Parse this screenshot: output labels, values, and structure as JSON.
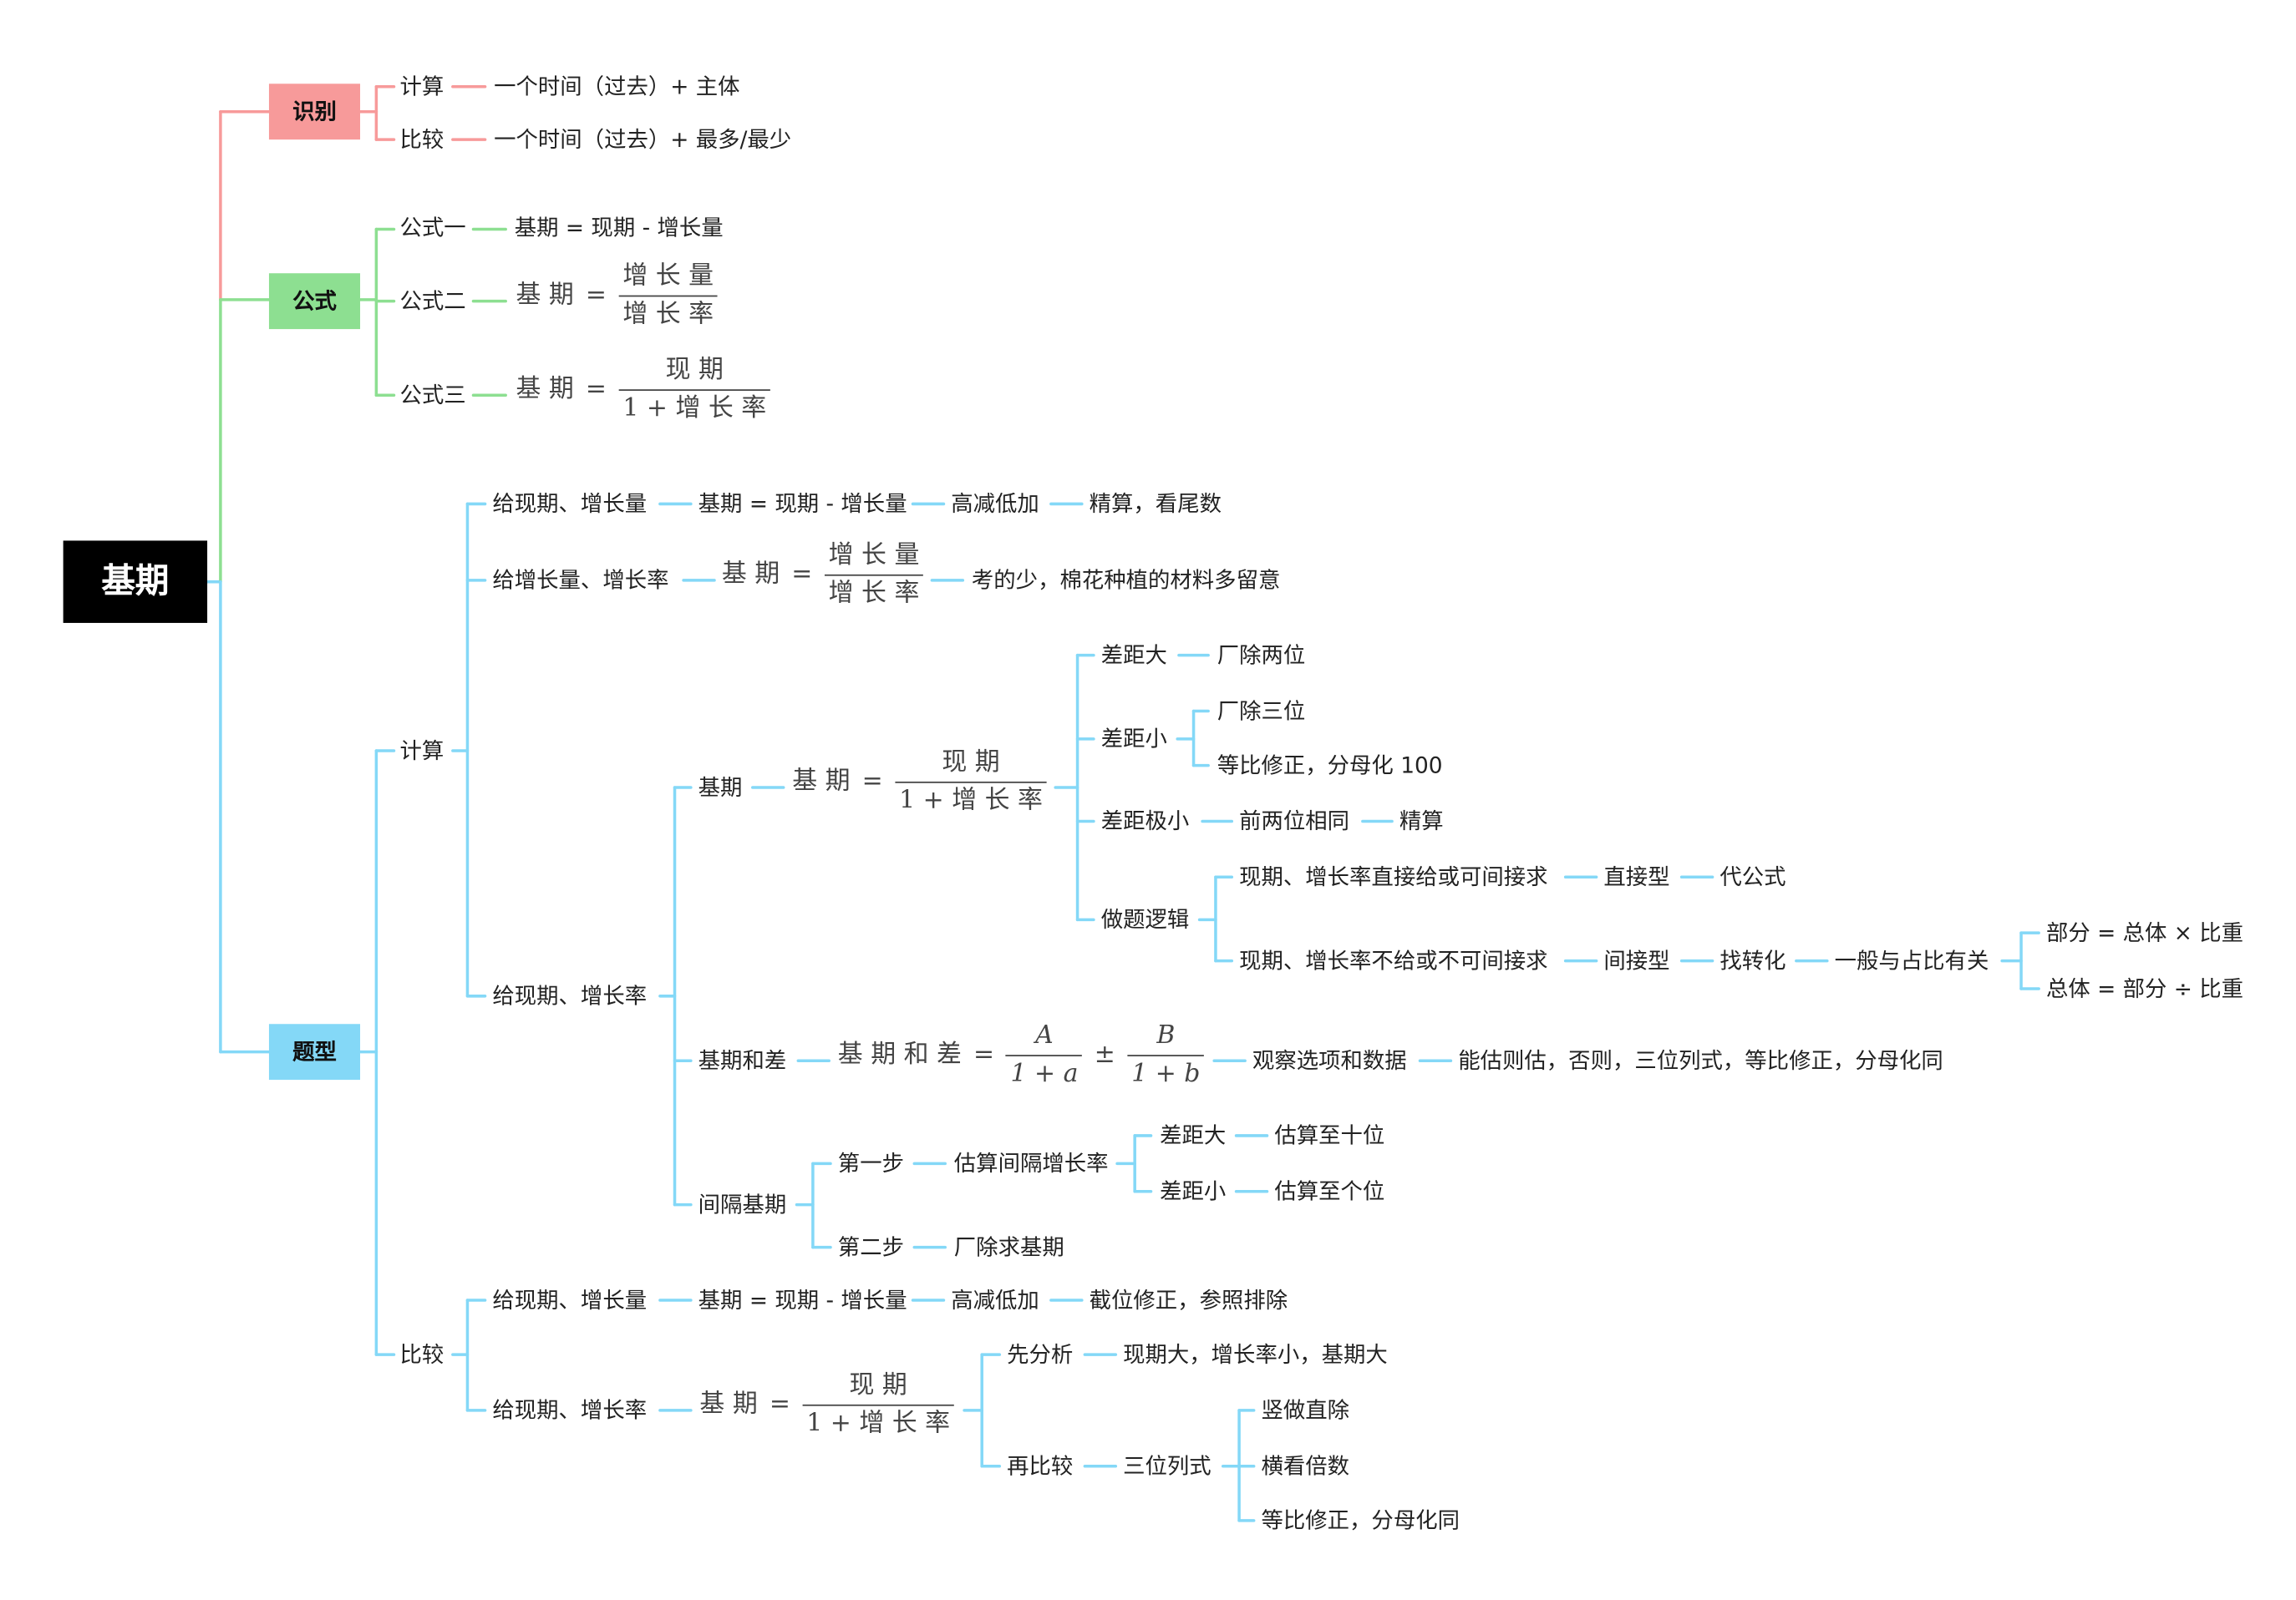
{
  "colors": {
    "root_bg": "#000000",
    "recognize": "#f79a9a",
    "formula": "#8ddf91",
    "types": "#84d8f7"
  },
  "root": {
    "label": "基期"
  },
  "recognize": {
    "label": "识别",
    "calc": {
      "label": "计算",
      "rule": "一个时间（过去）+ 主体"
    },
    "compare": {
      "label": "比较",
      "rule": "一个时间（过去）+ 最多/最少"
    }
  },
  "formula": {
    "label": "公式",
    "f1": {
      "label": "公式一",
      "text": "基期 = 现期 - 增长量"
    },
    "f2": {
      "label": "公式二",
      "lhs": "基 期",
      "eq": "=",
      "num": "增 长 量",
      "den": "增 长 率"
    },
    "f3": {
      "label": "公式三",
      "lhs": "基 期",
      "eq": "=",
      "num": "现 期",
      "den": "1 + 增 长 率"
    }
  },
  "types": {
    "label": "题型",
    "calc": {
      "label": "计算",
      "a": {
        "label": "给现期、增长量",
        "formula": "基期 = 现期 - 增长量",
        "method": "高减低加",
        "tip": "精算，看尾数"
      },
      "b": {
        "label": "给增长量、增长率",
        "lhs": "基 期",
        "eq": "=",
        "num": "增 长 量",
        "den": "增 长 率",
        "tip": "考的少，棉花种植的材料多留意"
      },
      "c": {
        "label": "给现期、增长率",
        "base": {
          "label": "基期",
          "lhs": "基 期",
          "eq": "=",
          "num": "现 期",
          "den": "1 + 增 长 率",
          "big": {
            "label": "差距大",
            "act": "厂除两位"
          },
          "small": {
            "label": "差距小",
            "act1": "厂除三位",
            "act2": "等比修正，分母化 100"
          },
          "tiny": {
            "label": "差距极小",
            "act1": "前两位相同",
            "act2": "精算"
          },
          "logic": {
            "label": "做题逻辑",
            "direct": {
              "cond": "现期、增长率直接给或可间接求",
              "type": "直接型",
              "act": "代公式"
            },
            "indirect": {
              "cond": "现期、增长率不给或不可间接求",
              "type": "间接型",
              "act": "找转化",
              "rel": "一般与占比有关",
              "r1": "部分 = 总体 × 比重",
              "r2": "总体 = 部分 ÷ 比重"
            }
          }
        },
        "sumdiff": {
          "label": "基期和差",
          "lhs": "基 期 和 差",
          "eq": "=",
          "n1": "A",
          "d1": "1 + a",
          "pm": "±",
          "n2": "B",
          "d2": "1 + b",
          "obs": "观察选项和数据",
          "tip": "能估则估，否则，三位列式，等比修正，分母化同"
        },
        "interval": {
          "label": "间隔基期",
          "step1": {
            "label": "第一步",
            "act": "估算间隔增长率",
            "big": "差距大",
            "big_act": "估算至十位",
            "small": "差距小",
            "small_act": "估算至个位"
          },
          "step2": {
            "label": "第二步",
            "act": "厂除求基期"
          }
        }
      }
    },
    "compare": {
      "label": "比较",
      "a": {
        "label": "给现期、增长量",
        "formula": "基期 = 现期 - 增长量",
        "method": "高减低加",
        "tip": "截位修正，参照排除"
      },
      "b": {
        "label": "给现期、增长率",
        "lhs": "基 期",
        "eq": "=",
        "num": "现 期",
        "den": "1 + 增 长 率",
        "analyze": "先分析",
        "analyze_text": "现期大，增长率小，基期大",
        "compare": "再比较",
        "method": "三位列式",
        "m1": "竖做直除",
        "m2": "横看倍数",
        "m3": "等比修正，分母化同"
      }
    }
  }
}
